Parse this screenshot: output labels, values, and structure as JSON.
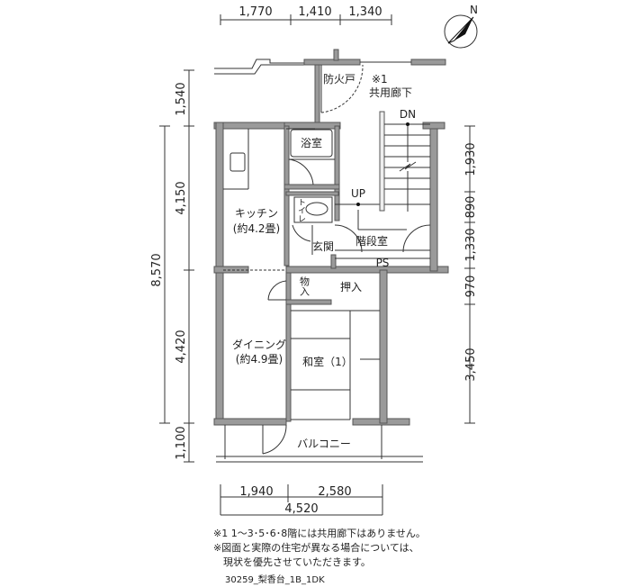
{
  "dimensions": {
    "top": [
      "1,770",
      "1,410",
      "1,340"
    ],
    "left": [
      "1,540",
      "4,150",
      "4,420",
      "1,100"
    ],
    "left_total": "8,570",
    "right": [
      "1,930",
      "890",
      "1,330",
      "970",
      "3,450"
    ],
    "bottom": [
      "1,940",
      "2,580"
    ],
    "bottom_total": "4,520"
  },
  "compass": {
    "label": "N"
  },
  "rooms": {
    "fire_door": "防火戸",
    "note_mark": "※1",
    "corridor": "共用廊下",
    "dn": "DN",
    "up": "UP",
    "bath": "浴室",
    "toilet": "トイレ",
    "kitchen": "キッチン",
    "kitchen_size": "(約4.2畳)",
    "entrance": "玄関",
    "stairwell": "階段室",
    "ps": "PS",
    "storage": "物入",
    "closet": "押入",
    "dining": "ダイニング",
    "dining_size": "(約4.9畳)",
    "washitsu": "和室（1）",
    "balcony": "バルコニー"
  },
  "notes": [
    "※1 1～3･5･6･8階には共用廊下はありません。",
    "※図面と実際の住宅が異なる場合については、",
    "　現状を優先させていただきます。"
  ],
  "caption": "30259_梨香台_1B_1DK"
}
